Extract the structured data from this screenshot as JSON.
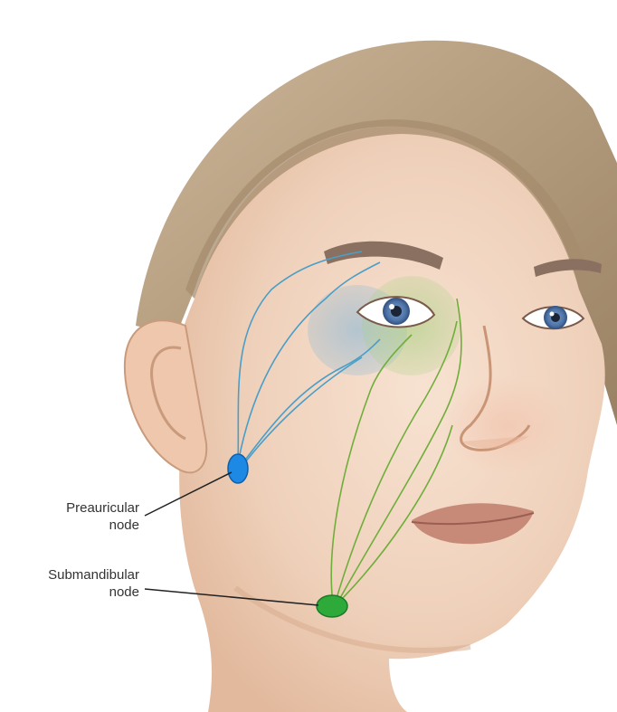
{
  "labels": {
    "preauricular": {
      "line1": "Preauricular",
      "line2": "node"
    },
    "submandibular": {
      "line1": "Submandibular",
      "line2": "node"
    }
  },
  "colors": {
    "preauricular_node": "#1e88e5",
    "submandibular_node": "#2eaa3a",
    "lymph_vessel_blue": "#4a9ec8",
    "lymph_vessel_green": "#6fae3a",
    "skin": "#efd3bd",
    "hair": "#b29a7c",
    "iris": "#5a7fb0",
    "label_text": "#333333",
    "leader_line": "#222222"
  },
  "icons": {
    "preauricular_node": "preauricular-node-icon",
    "submandibular_node": "submandibular-node-icon"
  }
}
